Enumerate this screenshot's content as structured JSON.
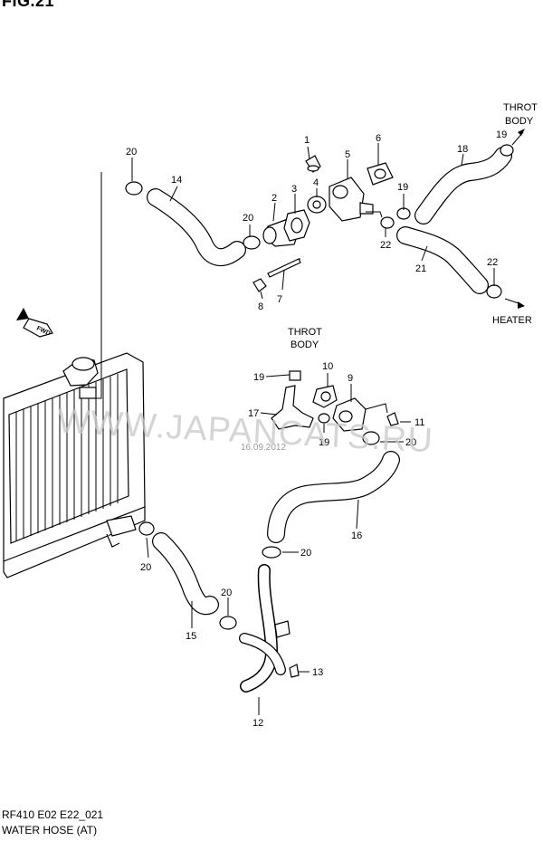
{
  "header": {
    "figure_label": "FIG.21"
  },
  "footer": {
    "code": "RF410 E02 E22_021",
    "title": "WATER HOSE (AT)"
  },
  "watermark": {
    "text": "WWW.JAPANCATS.RU",
    "stamp": "16.09.2012"
  },
  "direction_badge": "FWD",
  "annotations": {
    "throttle_body_top": [
      "THROT",
      "BODY"
    ],
    "throttle_body_mid": [
      "THROT",
      "BODY"
    ],
    "heater": "HEATER"
  },
  "callouts": {
    "c1": "1",
    "c2": "2",
    "c3": "3",
    "c4": "4",
    "c5": "5",
    "c6": "6",
    "c7": "7",
    "c8": "8",
    "c9": "9",
    "c10": "10",
    "c11": "11",
    "c12": "12",
    "c13": "13",
    "c14": "14",
    "c15": "15",
    "c16": "16",
    "c17": "17",
    "c18": "18",
    "c19a": "19",
    "c19b": "19",
    "c19c": "19",
    "c19d": "19",
    "c20a": "20",
    "c20b": "20",
    "c20c": "20",
    "c20d": "20",
    "c20e": "20",
    "c20f": "20",
    "c21": "21",
    "c22a": "22",
    "c22b": "22"
  },
  "colors": {
    "line": "#000000",
    "background": "#ffffff",
    "watermark": "#c8c8c8"
  }
}
